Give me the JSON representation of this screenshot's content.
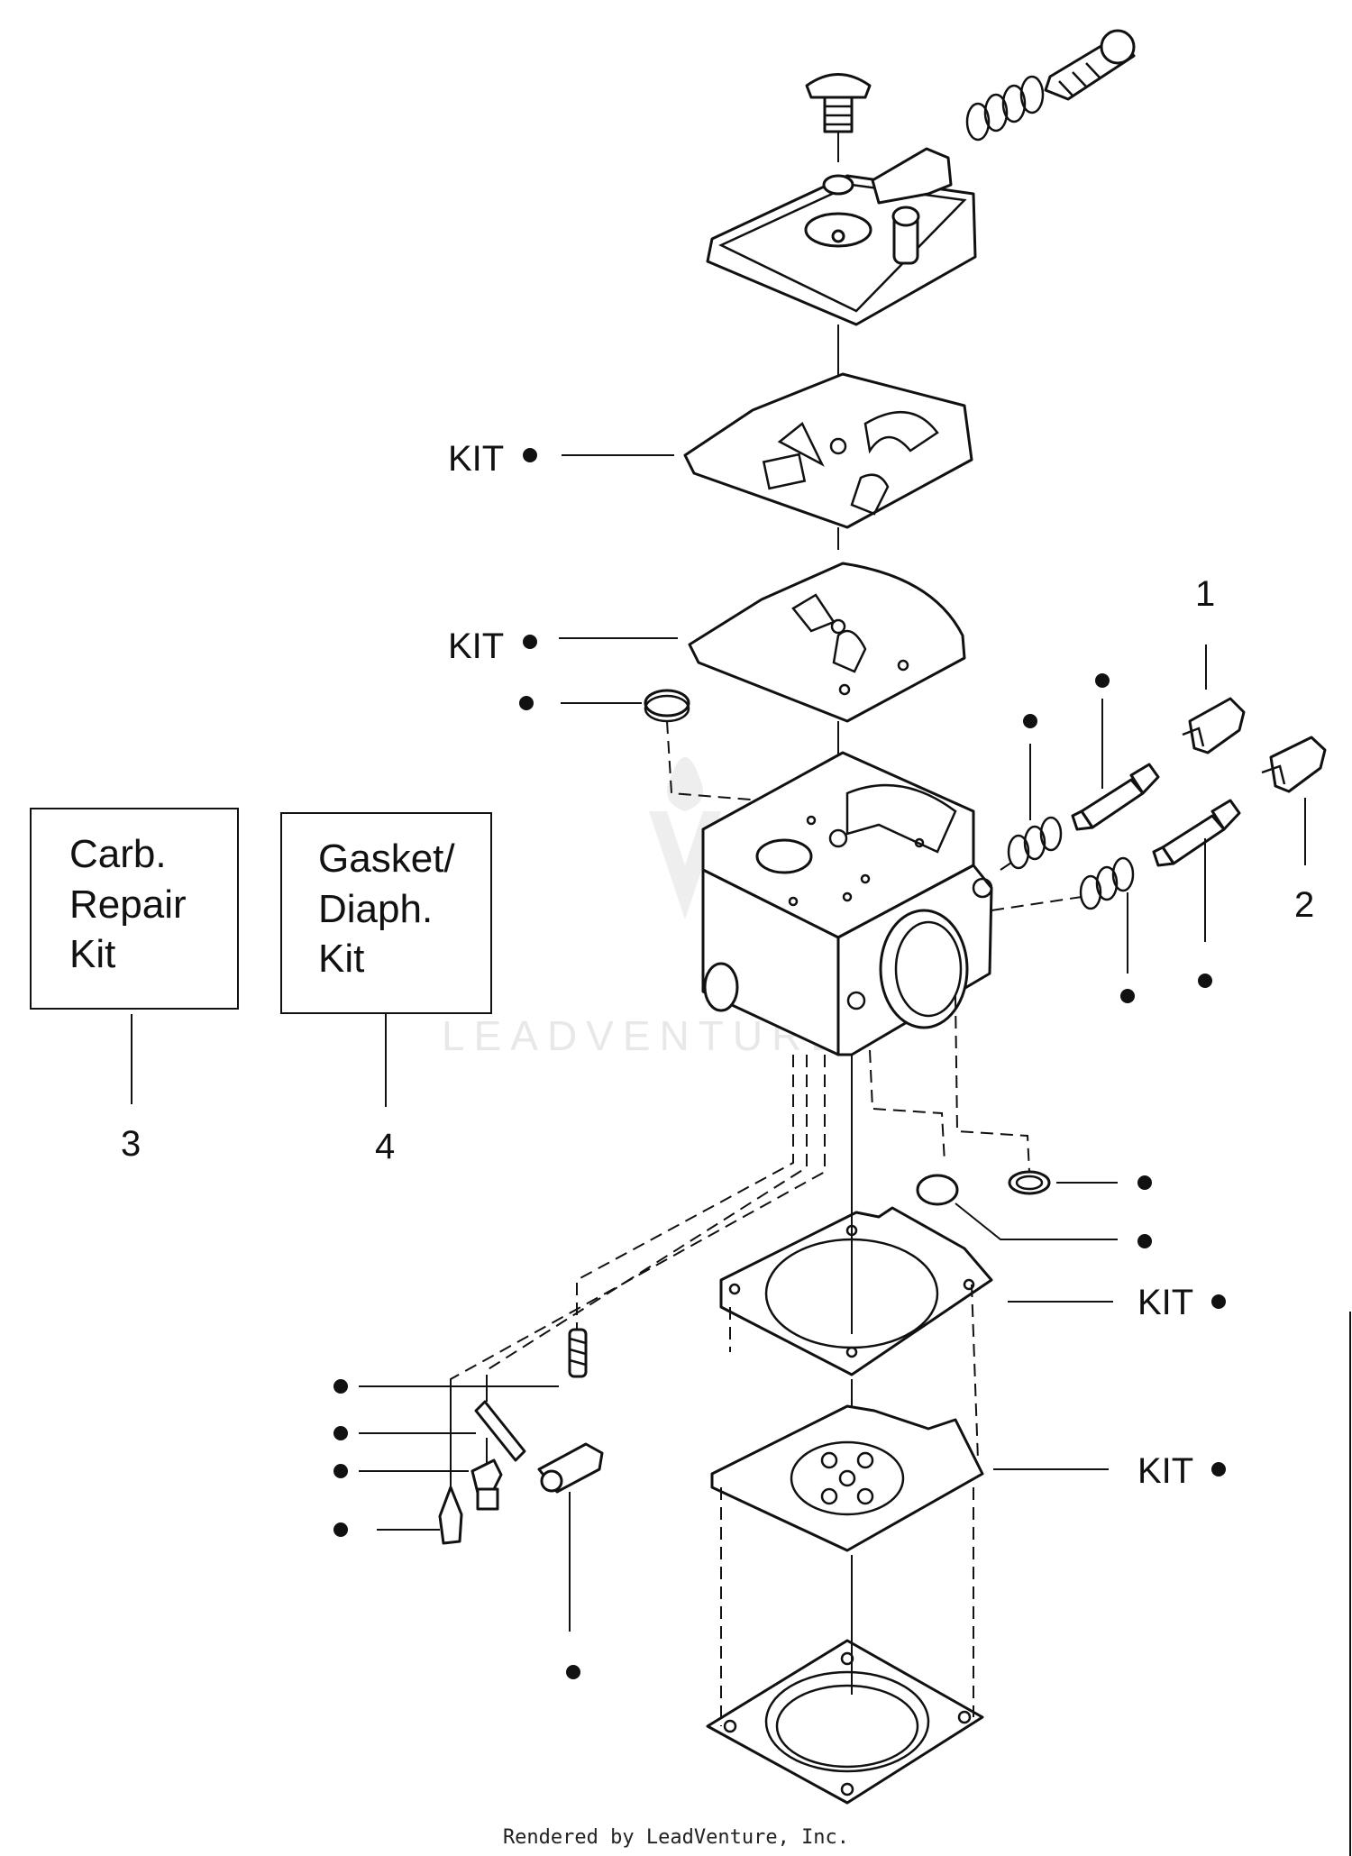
{
  "labels": {
    "kit": "KIT",
    "callout_1": "1",
    "callout_2": "2",
    "callout_3": "3",
    "callout_4": "4"
  },
  "boxes": {
    "carb_repair_kit": [
      "Carb.",
      "Repair",
      "Kit"
    ],
    "gasket_diaph_kit": [
      "Gasket/",
      "Diaph.",
      "Kit"
    ]
  },
  "watermark": "LEADVENTURE",
  "footer": "Rendered by LeadVenture, Inc.",
  "colors": {
    "ink": "#111111",
    "watermark": "#e8e8e8",
    "background": "#ffffff"
  }
}
